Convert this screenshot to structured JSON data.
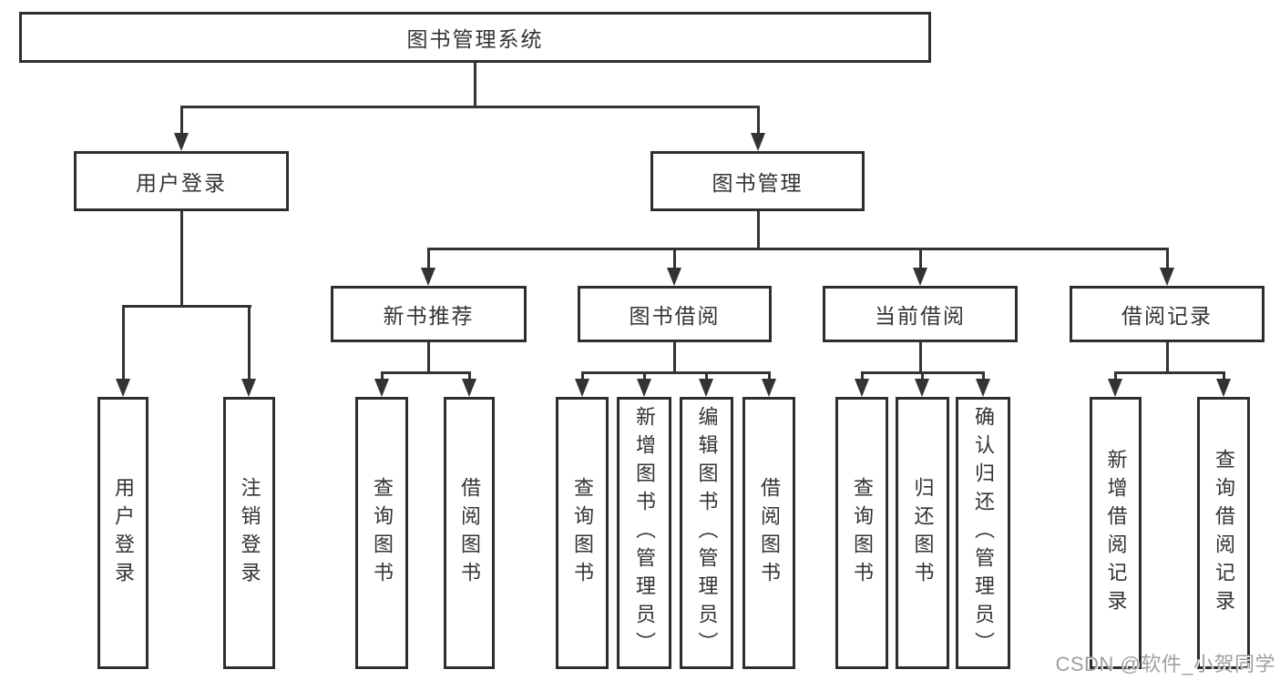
{
  "diagram": {
    "root": {
      "label": "图书管理系统"
    },
    "level2": [
      {
        "label": "用户登录"
      },
      {
        "label": "图书管理"
      }
    ],
    "level3": [
      {
        "label": "新书推荐"
      },
      {
        "label": "图书借阅"
      },
      {
        "label": "当前借阅"
      },
      {
        "label": "借阅记录"
      }
    ],
    "leaves": {
      "user_login": [
        "用户登录",
        "注销登录"
      ],
      "new_book_recommend": [
        "查询图书",
        "借阅图书"
      ],
      "book_borrow": [
        "查询图书",
        "新增图书（管理员）",
        "编辑图书（管理员）",
        "借阅图书"
      ],
      "current_borrow": [
        "查询图书",
        "归还图书",
        "确认归还（管理员）"
      ],
      "borrow_record": [
        "新增借阅记录",
        "查询借阅记录"
      ]
    }
  },
  "watermark": {
    "text": "CSDN @软件_小贺同学"
  },
  "colors": {
    "line": "#333333",
    "border": "#2e2e2e",
    "text": "#333333",
    "background": "#ffffff",
    "watermark": "#9ea0a4"
  }
}
